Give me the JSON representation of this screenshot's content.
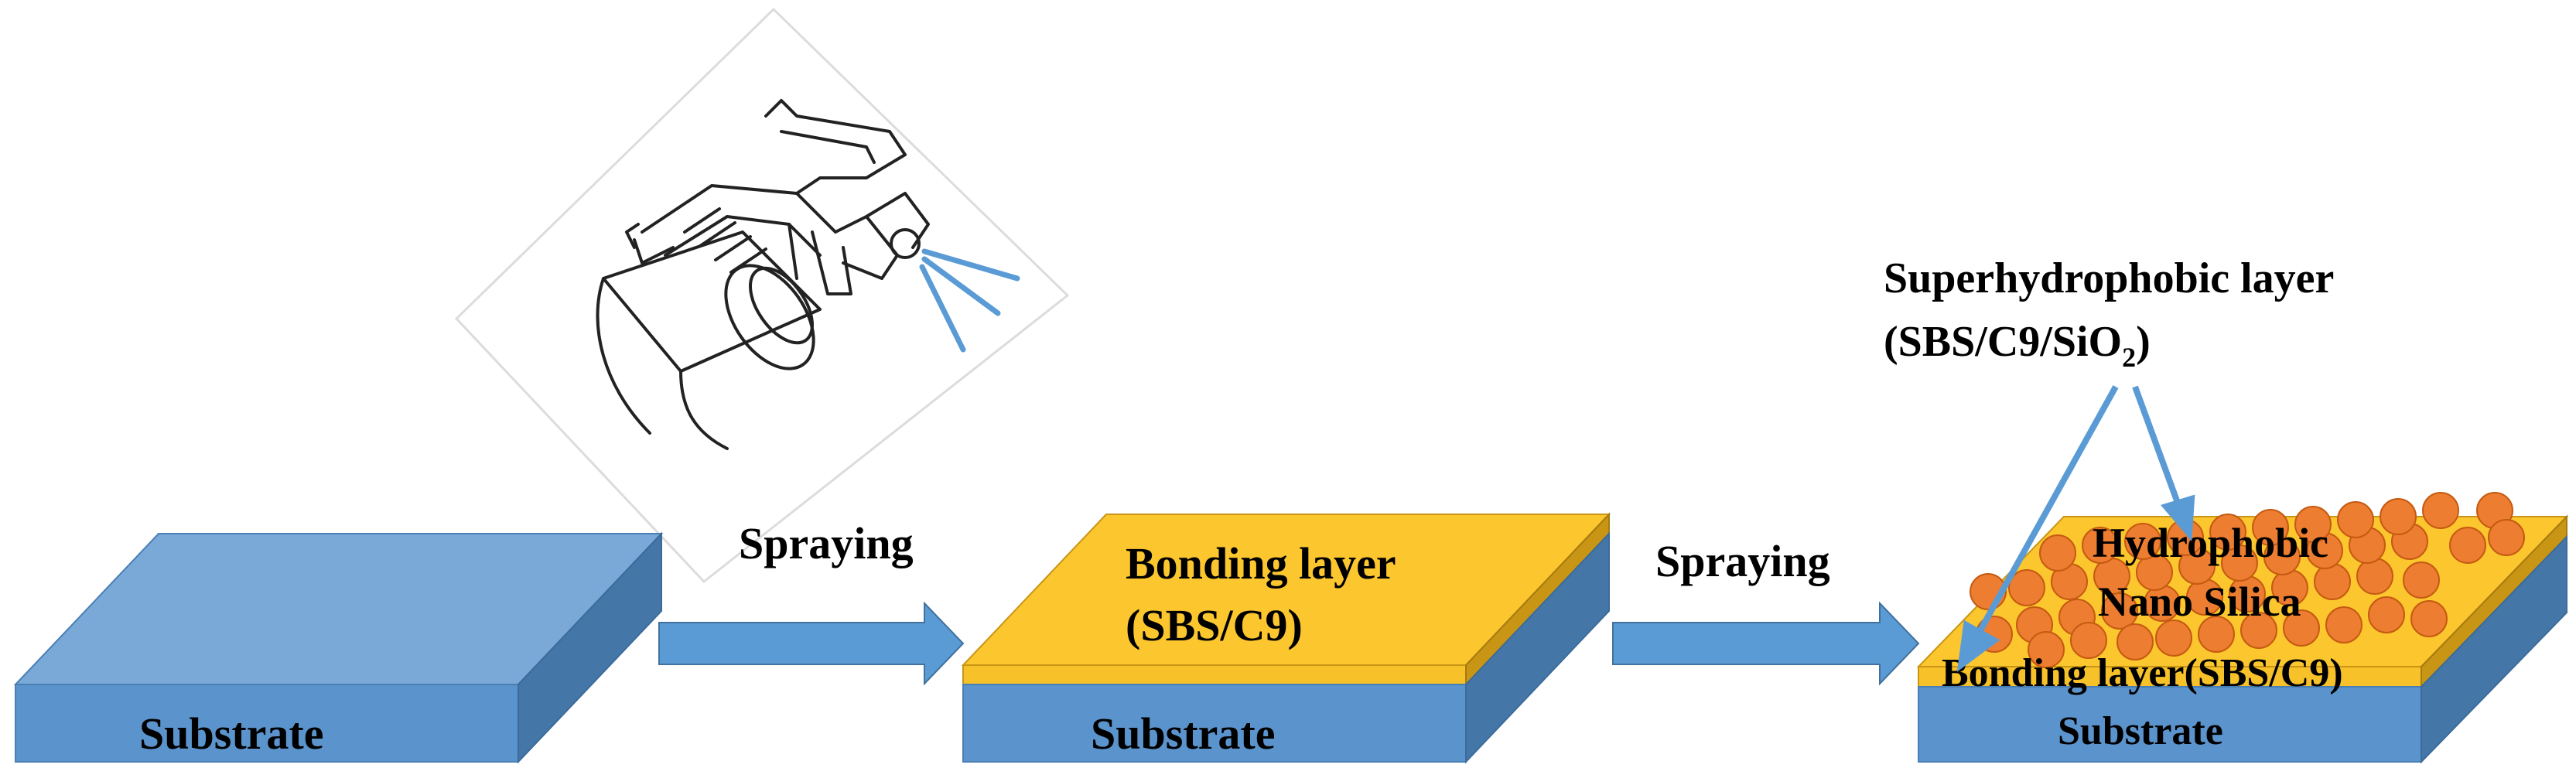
{
  "colors": {
    "substrate_top": "#7aa9d8",
    "substrate_front": "#5b93cc",
    "substrate_side": "#4476a8",
    "bonding_top": "#fcc62e",
    "bonding_front": "#f7c12a",
    "bonding_side": "#c89515",
    "particle_fill": "#ed7d31",
    "particle_stroke": "#c55a11",
    "arrow": "#5b9bd5",
    "spray_line": "#5b9bd5"
  },
  "icons": {
    "spray_gun": "spray-gun-icon"
  },
  "steps": [
    {
      "substrate_label": "Substrate"
    },
    {
      "substrate_label": "Substrate",
      "bonding_label_line1": "Bonding layer",
      "bonding_label_line2": "(SBS/C9)"
    },
    {
      "substrate_label": "Substrate",
      "bonding_label": "Bonding layer(SBS/C9)",
      "particle_label_line1": "Hydrophobic",
      "particle_label_line2": "Nano Silica"
    }
  ],
  "arrows": [
    {
      "label": "Spraying"
    },
    {
      "label": "Spraying"
    }
  ],
  "callout": {
    "line1": "Superhydrophobic layer",
    "line2_prefix": "(SBS/C9/SiO",
    "line2_sub": "2",
    "line2_suffix": ")"
  }
}
